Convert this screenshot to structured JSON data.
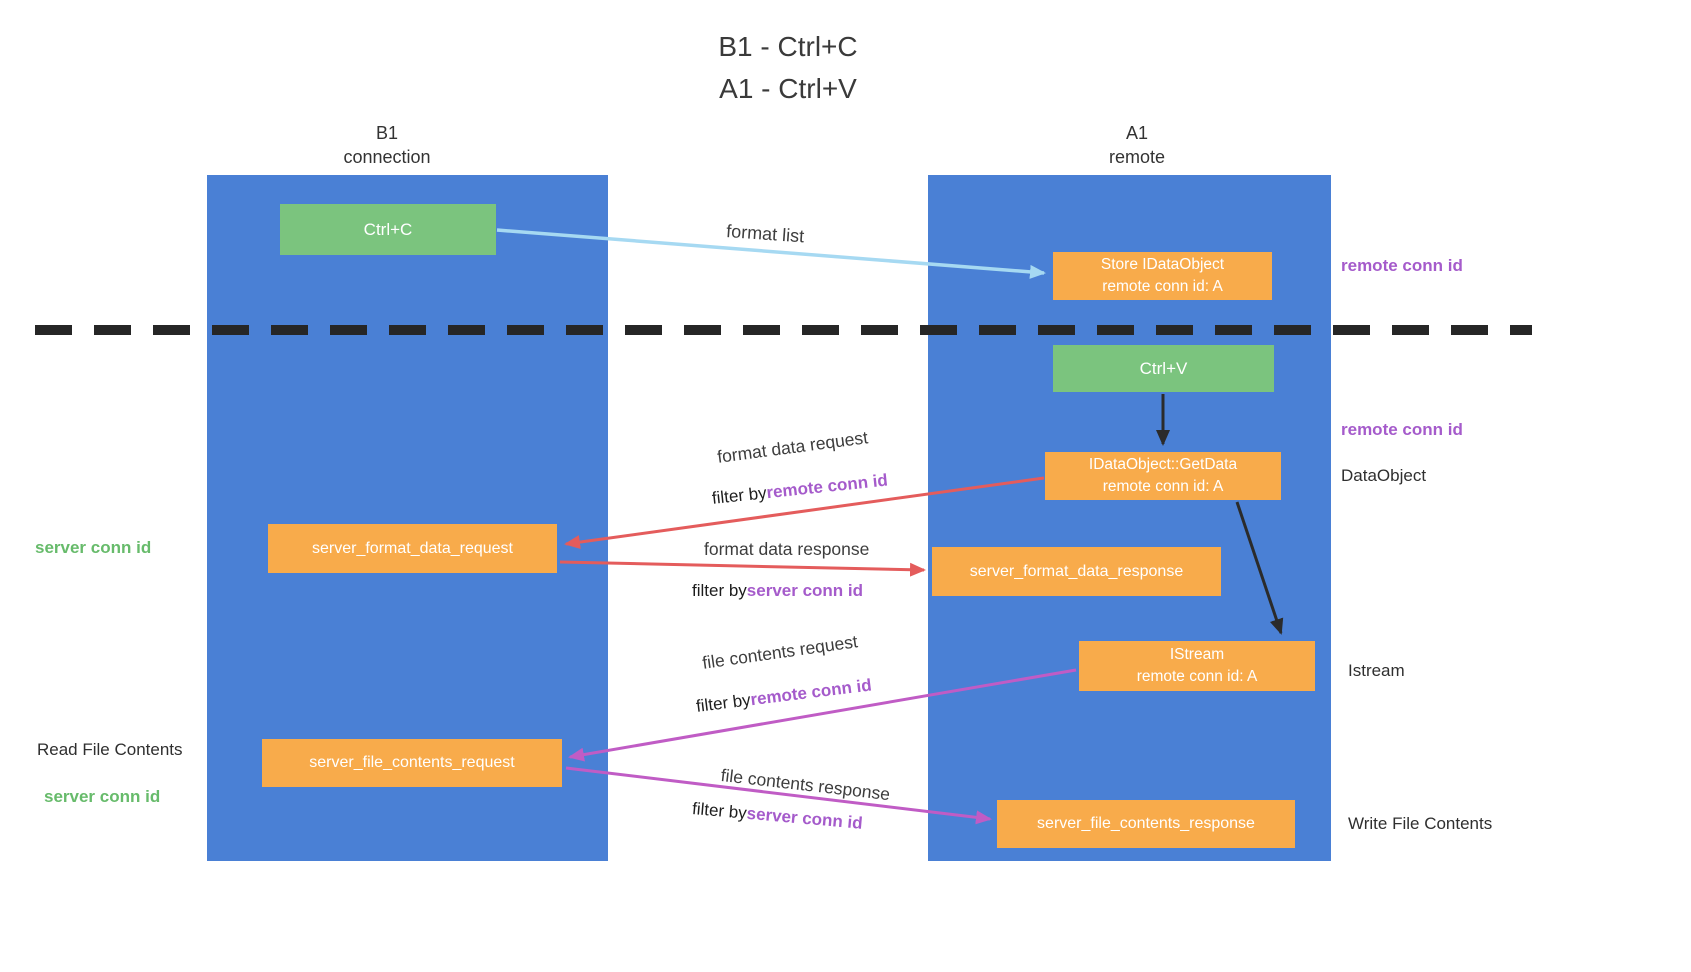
{
  "title": {
    "line1": "B1 - Ctrl+C",
    "line2": "A1 - Ctrl+V"
  },
  "lanes": {
    "b1": {
      "name": "B1",
      "subtitle": "connection"
    },
    "a1": {
      "name": "A1",
      "subtitle": "remote"
    }
  },
  "boxes": {
    "ctrl_c": {
      "label": "Ctrl+C"
    },
    "store_idataobject": {
      "line1": "Store IDataObject",
      "line2": "remote conn id: A"
    },
    "ctrl_v": {
      "label": "Ctrl+V"
    },
    "getdata": {
      "line1": "IDataObject::GetData",
      "line2": "remote conn id: A"
    },
    "server_format_data_request": {
      "label": "server_format_data_request"
    },
    "server_format_data_response": {
      "label": "server_format_data_response"
    },
    "istream": {
      "line1": "IStream",
      "line2": "remote conn id: A"
    },
    "server_file_contents_request": {
      "label": "server_file_contents_request"
    },
    "server_file_contents_response": {
      "label": "server_file_contents_response"
    }
  },
  "side_labels": {
    "remote_conn_id_top": "remote conn id",
    "remote_conn_id_mid": "remote conn id",
    "dataobject": "DataObject",
    "istream": "Istream",
    "write_file_contents": "Write File Contents",
    "server_conn_id_top": "server conn id",
    "read_file_contents": "Read File Contents",
    "server_conn_id_bottom": "server conn id"
  },
  "arrow_labels": {
    "format_list": "format list",
    "format_data_request": "format data request",
    "format_data_request_filter": {
      "prefix": "filter by",
      "key": "remote conn id"
    },
    "format_data_response": "format data response",
    "format_data_response_filter": {
      "prefix": "filter by",
      "key": "server conn id"
    },
    "file_contents_request": "file contents request",
    "file_contents_request_filter": {
      "prefix": "filter by",
      "key": "remote conn id"
    },
    "file_contents_response": "file contents response",
    "file_contents_response_filter": {
      "prefix": "filter by",
      "key": "server conn id"
    }
  },
  "colors": {
    "lane-blue": "#4a80d5",
    "box-green": "#7bc47e",
    "box-orange": "#f8ab4b",
    "arrow-lightblue": "#a6d9f2",
    "arrow-red": "#e45c5c",
    "arrow-magenta": "#c05cc5",
    "text-purple": "#a55bcb",
    "text-green": "#67bb6b",
    "divider-black": "#262626"
  }
}
